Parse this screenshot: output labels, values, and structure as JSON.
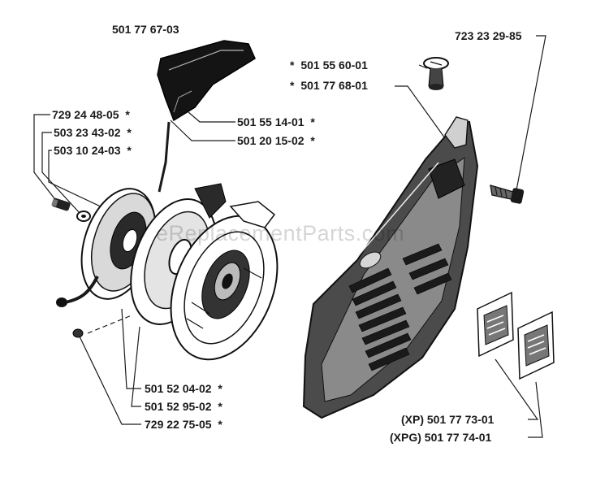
{
  "watermark": "eReplacementParts.com",
  "asterisk": "*",
  "labels": {
    "top_left": "501 77 67-03",
    "top_right": "723 23 29-85",
    "a1": "501 55 60-01",
    "a2": "501 77 68-01",
    "b1": "729 24 48-05",
    "b2": "503 23 43-02",
    "b3": "503 10 24-03",
    "c1": "501 55 14-01",
    "c2": "501 20 15-02",
    "d1": "501 52 04-02",
    "d2": "501 52 95-02",
    "d3": "729 22 75-05",
    "e1": "(XP) 501 77 73-01",
    "e2": "(XPG) 501 77 74-01"
  }
}
